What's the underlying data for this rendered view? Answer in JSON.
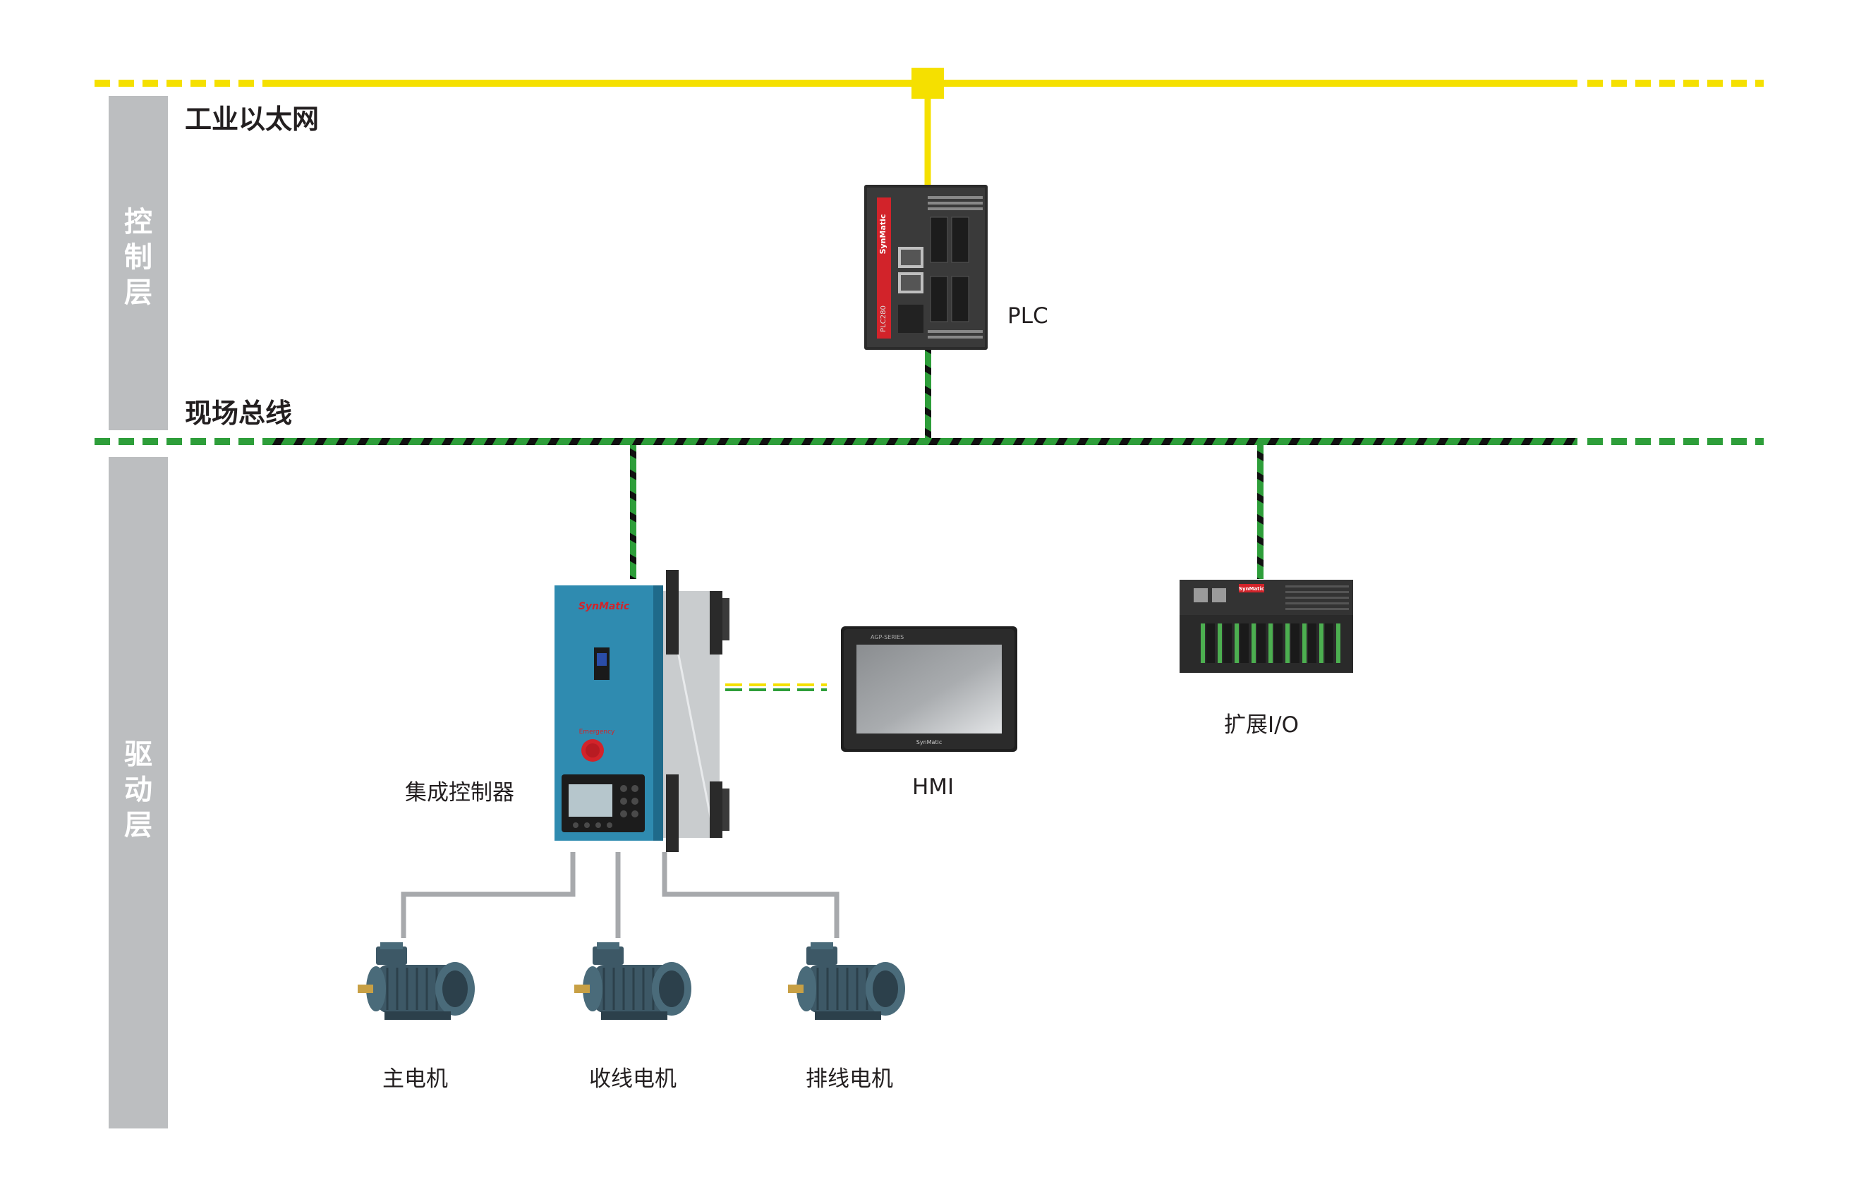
{
  "layers": {
    "control": "控制层",
    "drive": "驱动层"
  },
  "buses": {
    "ethernet": "工业以太网",
    "fieldbus": "现场总线"
  },
  "devices": {
    "plc": {
      "label": "PLC",
      "brand": "SynMatic",
      "model": "PLC280"
    },
    "controller": {
      "label": "集成控制器",
      "brand": "SynMatic",
      "button": "Emergency"
    },
    "hmi": {
      "label": "HMI",
      "series": "AGP-SERIES",
      "brand": "SynMatic"
    },
    "expansion_io": {
      "label": "扩展I/O",
      "brand": "SynMatic"
    },
    "motors": [
      {
        "label": "主电机"
      },
      {
        "label": "收线电机"
      },
      {
        "label": "排线电机"
      }
    ]
  },
  "colors": {
    "ethernet": "#f5e000",
    "fieldbus": "#2e9e3a",
    "band": "#bcbec0",
    "brand_red": "#d2232a",
    "motor": "#3d5866",
    "cabinet": "#2f8bb0"
  }
}
